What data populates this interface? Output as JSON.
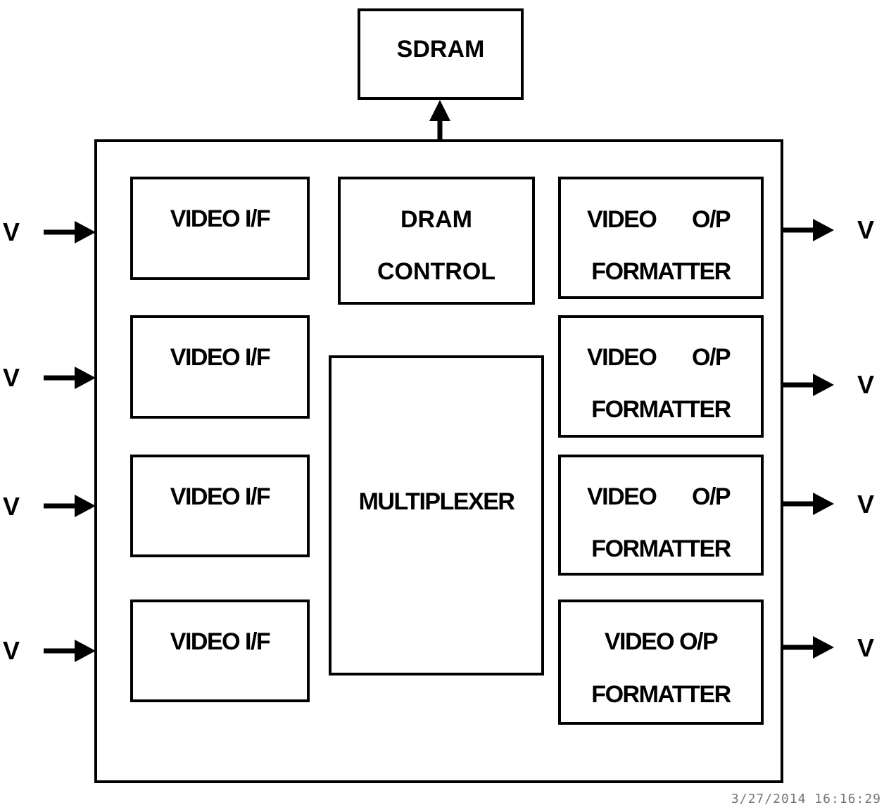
{
  "sdram": {
    "label": "SDRAM"
  },
  "dram_control": {
    "line1": "DRAM",
    "line2": "CONTROL"
  },
  "multiplexer": {
    "label": "MULTIPLEXER"
  },
  "video_if": [
    {
      "label": "VIDEO I/F"
    },
    {
      "label": "VIDEO I/F"
    },
    {
      "label": "VIDEO I/F"
    },
    {
      "label": "VIDEO I/F"
    }
  ],
  "video_op": [
    {
      "line1a": "VIDEO",
      "line1b": "O/P",
      "line2": "FORMATTER"
    },
    {
      "line1a": "VIDEO",
      "line1b": "O/P",
      "line2": "FORMATTER"
    },
    {
      "line1a": "VIDEO",
      "line1b": "O/P",
      "line2": "FORMATTER"
    },
    {
      "line1": "VIDEO O/P",
      "line2": "FORMATTER"
    }
  ],
  "inputs": [
    "V",
    "V",
    "V",
    "V"
  ],
  "outputs": [
    "V",
    "V",
    "V",
    "V"
  ],
  "timestamp": "3/27/2014 16:16:29",
  "colors": {
    "stroke": "#000000",
    "background": "#ffffff",
    "timestamp": "#777777"
  }
}
